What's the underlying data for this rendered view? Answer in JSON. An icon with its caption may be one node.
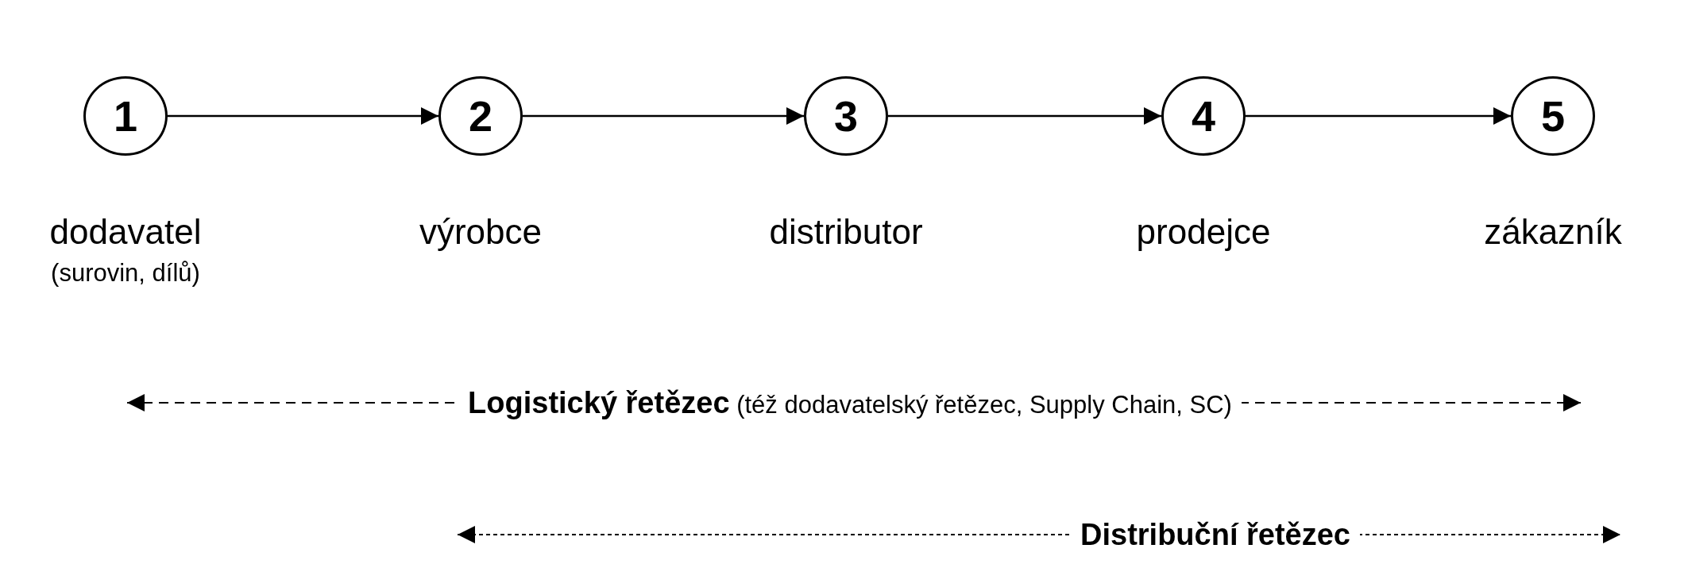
{
  "diagram": {
    "nodes": [
      {
        "text": [
          "1"
        ],
        "beside": [
          "dodavatel",
          "(surovin, dílů)"
        ]
      },
      {
        "text": [
          "2"
        ],
        "beside": [
          "výrobce"
        ]
      },
      {
        "text": [
          "3"
        ],
        "beside": [
          "distributor"
        ]
      },
      {
        "text": [
          "4"
        ],
        "beside": [
          "prodejce"
        ]
      },
      {
        "text": [
          "5"
        ],
        "beside": [
          "zákazník"
        ]
      }
    ],
    "edges": [
      {
        "from": 0,
        "to": 1,
        "arrow": "to"
      },
      {
        "from": 1,
        "to": 2,
        "arrow": "to"
      },
      {
        "from": 2,
        "to": 3,
        "arrow": "to"
      },
      {
        "from": 3,
        "to": 4,
        "arrow": "to"
      }
    ],
    "labels": [
      "**Logistický řetězec** (též dodavatelský řetězec, Supply Chain, SC)",
      "**Distribuční řetězec**"
    ]
  }
}
